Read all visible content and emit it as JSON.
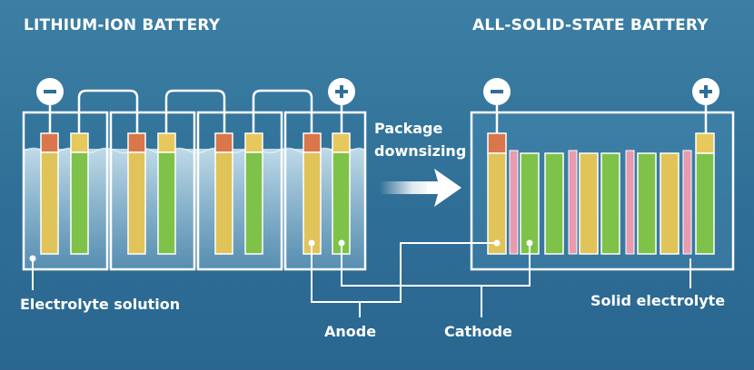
{
  "titles": {
    "left": "LITHIUM-ION BATTERY",
    "right": "ALL-SOLID-STATE BATTERY"
  },
  "arrow_label": {
    "line1": "Package",
    "line2": "downsizing"
  },
  "labels": {
    "electrolyte_solution": "Electrolyte solution",
    "anode": "Anode",
    "cathode": "Cathode",
    "solid_electrolyte": "Solid electrolyte"
  },
  "terminals": {
    "negative": "−",
    "positive": "+"
  },
  "colors": {
    "background": "#3d7fa4",
    "anode": "#e0c45a",
    "cathode": "#7fc24a",
    "anode_tab": "#d9764a",
    "cathode_tab": "#e6c85c",
    "solid_electrolyte": "#e89aae",
    "electrolyte_solution": "#cfe6f2",
    "outline": "#ffffff"
  },
  "icons": {
    "terminal_negative": "minus-circle-icon",
    "terminal_positive": "plus-circle-icon",
    "arrow": "right-arrow-icon"
  }
}
